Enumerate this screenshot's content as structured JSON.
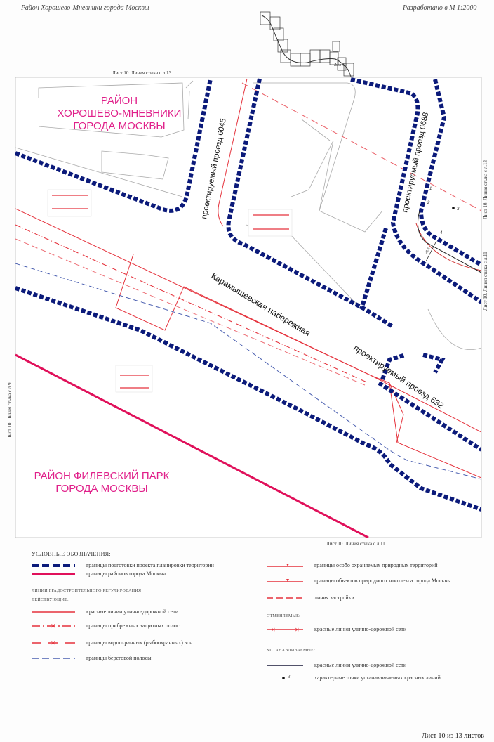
{
  "header": {
    "district": "Район Хорошево-Мневники города Москвы",
    "scale": "Разработано в М 1:2000",
    "index_map_label": "Лист 10"
  },
  "sheet_edges": {
    "top": "Лист 10. Линия стыка с л.13",
    "right_upper": "Лист 10. Линия стыка с л.13",
    "right_lower": "Лист 10. Линия стыка с л.11",
    "left": "Лист 10. Линия стыка с л.9",
    "bottom": "Лист 10. Линия стыка с л.11"
  },
  "map": {
    "district_north": [
      "РАЙОН",
      "ХОРОШЕВО-МНЕВНИКИ",
      "ГОРОДА МОСКВЫ"
    ],
    "district_south": [
      "РАЙОН ФИЛЕВСКИЙ ПАРК",
      "ГОРОДА МОСКВЫ"
    ],
    "roads": {
      "r6045": "проектируемый проезд 6045",
      "r6688": "проектируемый проезд 6688",
      "karamyshev": "Карамышевская набережная",
      "r632": "проектируемый проезд 632"
    },
    "points": [
      "1",
      "2",
      "3",
      "4"
    ],
    "dimension": "28,6",
    "colors": {
      "boundary_blue": "#0b1a7a",
      "district_magenta": "#e0105a",
      "red_line": "#e5323c",
      "shore_blue": "#4a5fb0",
      "label_magenta": "#e0208a"
    }
  },
  "legend": {
    "title": "УСЛОВНЫЕ ОБОЗНАЧЕНИЯ:",
    "items_top": [
      "границы подготовки проекта планировки территории",
      "границы районов города Москвы"
    ],
    "section_regulation": "ЛИНИИ ГРАДОСТРОИТЕЛЬНОГО РЕГУЛИРОВАНИЯ",
    "section_active": "ДЕЙСТВУЮЩИЕ:",
    "items_active": [
      "красные линии улично-дорожной сети",
      "границы прибрежных защитных полос",
      "границы водоохранных (рыбоохранных) зон",
      "границы береговой полосы",
      "границы особо охраняемых природных территорий",
      "границы объектов природного комплекса города Москвы",
      "линия застройки"
    ],
    "section_cancelled": "ОТМЕНЯЕМЫЕ:",
    "items_cancelled": [
      "красные линии улично-дорожной сети"
    ],
    "section_established": "УСТАНАВЛИВАЕМЫЕ:",
    "items_established": [
      "красные линии улично-дорожной сети",
      "характерные точки устанавливаемых красных линий"
    ],
    "point_symbol_label": "3"
  },
  "footer": {
    "sheet": "Лист 10 из 13 листов"
  }
}
